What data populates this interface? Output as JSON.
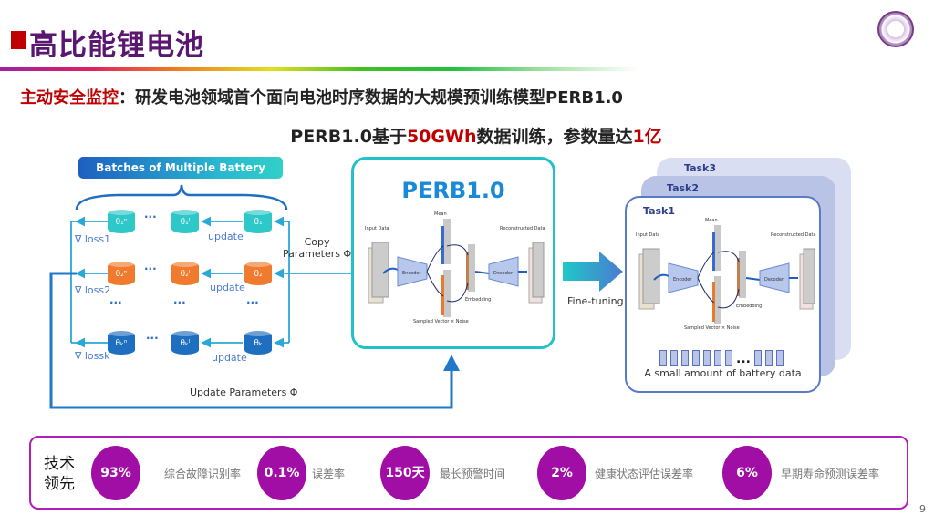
{
  "header": {
    "title": "高比能锂电池",
    "subtitle_highlight": "主动安全监控",
    "subtitle_rest": "：研发电池领域首个面向电池时序数据的大规模预训练模型PERB1.0",
    "line2_a": "PERB1.0基于",
    "line2_b": "50GWh",
    "line2_c": "数据训练，参数量达",
    "line2_d": "1亿"
  },
  "left_diagram": {
    "header": "Batches of Multiple Battery",
    "losses": [
      "∇ loss1",
      "∇ loss2",
      "∇ lossk"
    ],
    "update": "update",
    "copy_params": "Copy\nParameters Φ",
    "update_params": "Update Parameters Φ",
    "ellipsis": "···",
    "rows": [
      {
        "color": "#2ec8c8",
        "cells": [
          "θ₁ⁿ",
          "θ₁ᴵ",
          "θ₁"
        ]
      },
      {
        "color": "#f07b2e",
        "cells": [
          "θ₂ⁿ",
          "θ₂ᴵ",
          "θ₂"
        ]
      },
      {
        "color": "#1f6fc0",
        "cells": [
          "θₖⁿ",
          "θₖᴵ",
          "θₖ"
        ]
      }
    ]
  },
  "model": {
    "title": "PERB1.0",
    "input": "Input Data",
    "mean": "Mean",
    "recon": "Reconstructed Data",
    "encoder": "Encoder",
    "decoder": "Decoder",
    "embedding": "Embedding",
    "sampled": "Sampled Vector × Noise"
  },
  "finetune": {
    "label": "Fine-tuning",
    "tasks": [
      "Task3",
      "Task2",
      "Task1"
    ],
    "caption": "A small amount of battery data",
    "ellipsis": "..."
  },
  "stats": {
    "lead": "技术领先",
    "items": [
      {
        "value": "93%",
        "label": "综合故障识别率"
      },
      {
        "value": "0.1%",
        "label": "误差率"
      },
      {
        "value": "150天",
        "label": "最长预警时间"
      },
      {
        "value": "2%",
        "label": "健康状态评估误差率"
      },
      {
        "value": "6%",
        "label": "早期寿命预测误差率"
      }
    ]
  },
  "page_number": "9",
  "colors": {
    "title": "#5a1670",
    "accent_red": "#c00000",
    "stat_circle": "#a10ea5",
    "perb_border": "#22c0c8"
  }
}
